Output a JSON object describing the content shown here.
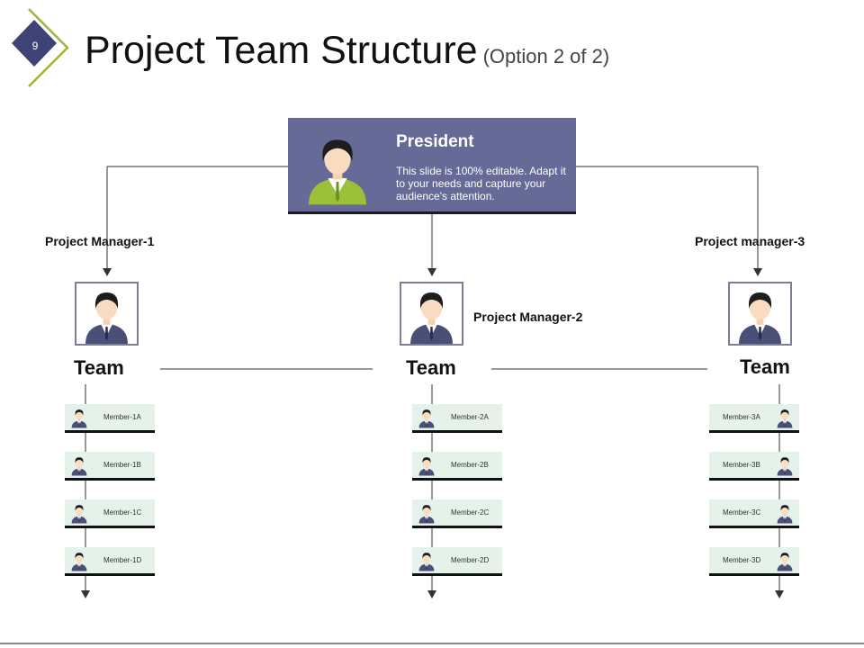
{
  "header": {
    "page_number": "9",
    "title": "Project Team Structure",
    "subtitle": "(Option 2 of 2)"
  },
  "president": {
    "title": "President",
    "description": "This slide is 100% editable. Adapt it to your needs and capture your audience's attention."
  },
  "managers": [
    {
      "label": "Project Manager-1",
      "team": "Team",
      "members": [
        "Member-1A",
        "Member-1B",
        "Member-1C",
        "Member-1D"
      ]
    },
    {
      "label": "Project Manager-2",
      "team": "Team",
      "members": [
        "Member-2A",
        "Member-2B",
        "Member-2C",
        "Member-2D"
      ]
    },
    {
      "label": "Project manager-3",
      "team": "Team",
      "members": [
        "Member-3A",
        "Member-3B",
        "Member-3C",
        "Member-3D"
      ]
    }
  ],
  "colors": {
    "president_bg": "#666a96",
    "accent_diamond": "#3f4275",
    "accent_line": "#9bb830",
    "member_bg": "#e5f2ea",
    "jacket_president": "#9bc03a",
    "jacket_manager": "#4a4f78"
  }
}
